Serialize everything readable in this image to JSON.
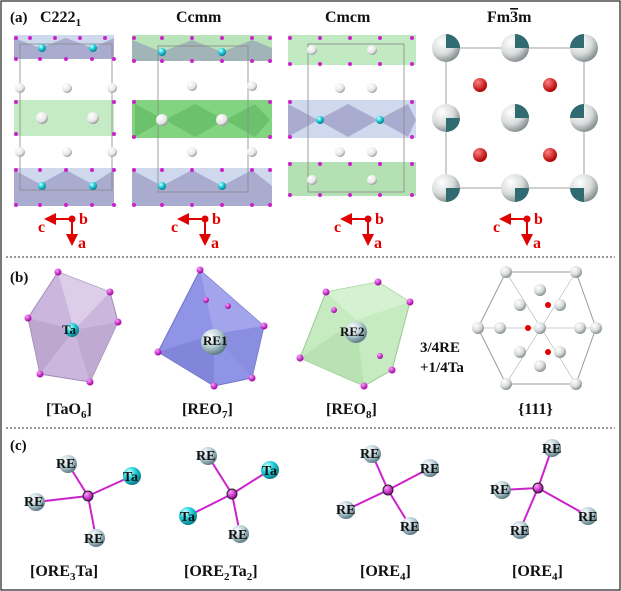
{
  "panel_a": {
    "label": "(a)",
    "structures": [
      {
        "name_main": "C222",
        "name_sub": "1"
      },
      {
        "name_main": "Ccmm",
        "name_sub": ""
      },
      {
        "name_main": "Cmcm",
        "name_sub": ""
      },
      {
        "name_main": "Fm",
        "name_bar": "3",
        "name_tail": "m"
      }
    ],
    "axis_labels": {
      "c": "c",
      "b": "b",
      "a": "a"
    }
  },
  "panel_b": {
    "label": "(b)",
    "polyhedra": [
      {
        "atom": "Ta",
        "caption_main": "[TaO",
        "caption_sub": "6",
        "caption_end": "]",
        "color": "#c9b2dc"
      },
      {
        "atom": "RE1",
        "caption_main": "[REO",
        "caption_sub": "7",
        "caption_end": "]",
        "color": "#8f93e6"
      },
      {
        "atom": "RE2",
        "caption_main": "[REO",
        "caption_sub": "8",
        "caption_end": "]",
        "color": "#c6ebc0"
      }
    ],
    "plane_caption": "{111}",
    "site_line1": "3/4RE",
    "site_line2": "+1/4Ta"
  },
  "panel_c": {
    "label": "(c)",
    "clusters": [
      {
        "caption_main": "[ORE",
        "caption_sub1": "3",
        "caption_mid": "Ta",
        "caption_sub2": "",
        "caption_end": "]",
        "atoms": [
          "RE",
          "Ta",
          "RE",
          "RE"
        ]
      },
      {
        "caption_main": "[ORE",
        "caption_sub1": "2",
        "caption_mid": "Ta",
        "caption_sub2": "2",
        "caption_end": "]",
        "atoms": [
          "RE",
          "Ta",
          "Ta",
          "RE"
        ]
      },
      {
        "caption_main": "[ORE",
        "caption_sub1": "4",
        "caption_mid": "",
        "caption_sub2": "",
        "caption_end": "]",
        "atoms": [
          "RE",
          "RE",
          "RE",
          "RE"
        ]
      },
      {
        "caption_main": "[ORE",
        "caption_sub1": "4",
        "caption_mid": "",
        "caption_sub2": "",
        "caption_end": "]",
        "atoms": [
          "RE",
          "RE",
          "RE",
          "RE"
        ]
      }
    ]
  },
  "colors": {
    "axis": "#e00000",
    "re_atom": "#a9c3cc",
    "ta_atom": "#13c7d6",
    "oxygen": "#cc22cc",
    "green_poly": "#9ad89a",
    "purple_poly": "#a99bc2"
  }
}
